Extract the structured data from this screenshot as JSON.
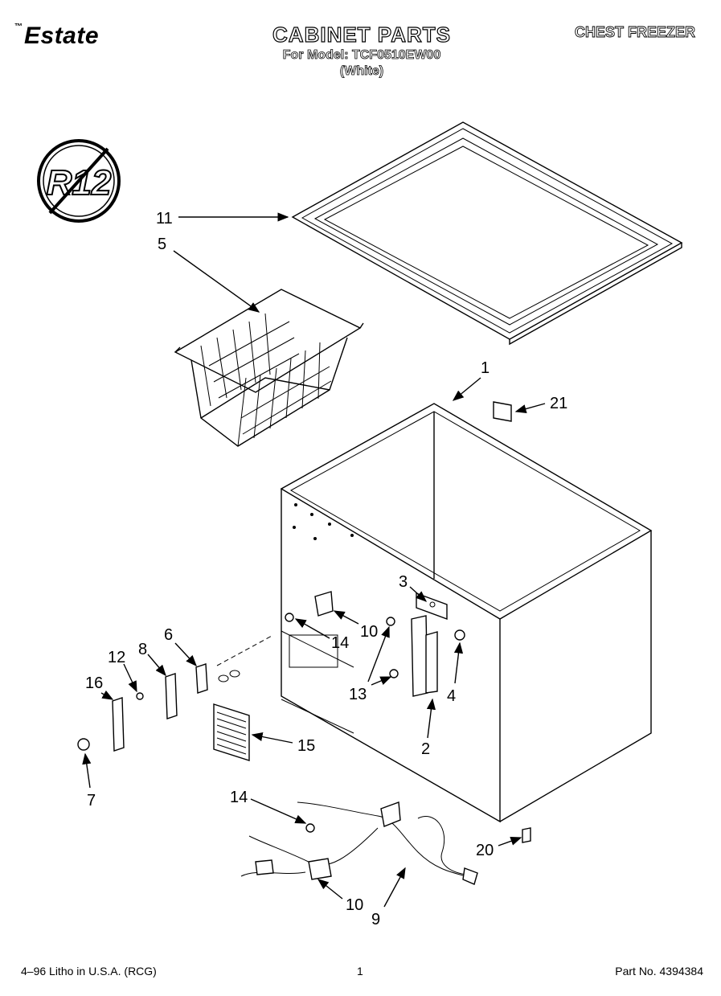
{
  "header": {
    "brand": "Estate",
    "brand_mark": "™",
    "title": "CABINET PARTS",
    "model_line": "For Model: TCF0510EW00",
    "color_line": "(White)",
    "product": "CHEST FREEZER"
  },
  "badge": {
    "text": "R12"
  },
  "callouts": [
    "11",
    "5",
    "1",
    "21",
    "3",
    "10",
    "14",
    "6",
    "8",
    "12",
    "16",
    "13",
    "4",
    "15",
    "2",
    "7",
    "14",
    "20",
    "10",
    "9"
  ],
  "footer": {
    "litho": "4–96 Litho in U.S.A. (RCG)",
    "page": "1",
    "part_no": "Part No. 4394384"
  }
}
